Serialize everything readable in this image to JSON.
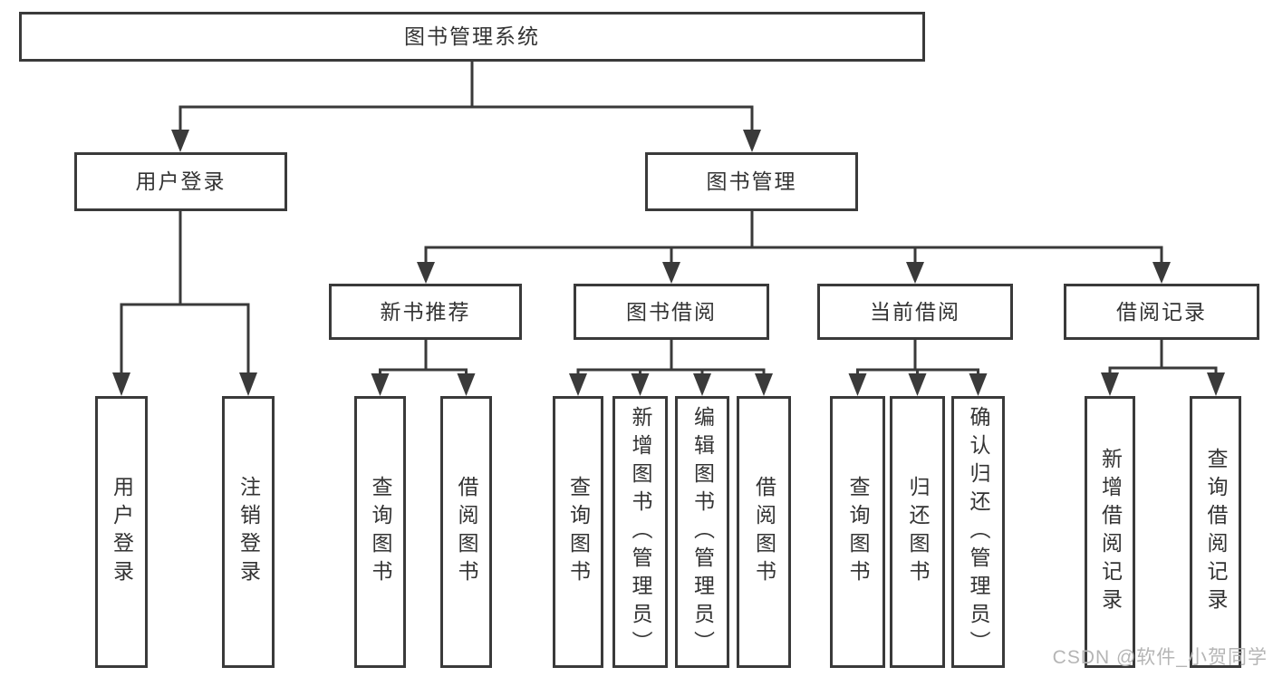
{
  "diagram": {
    "root": {
      "label": "图书管理系统"
    },
    "branches": [
      {
        "label": "用户登录",
        "children": [
          {
            "label": "用户登录"
          },
          {
            "label": "注销登录"
          }
        ]
      },
      {
        "label": "图书管理",
        "children": [
          {
            "label": "新书推荐",
            "children": [
              {
                "label": "查询图书"
              },
              {
                "label": "借阅图书"
              }
            ]
          },
          {
            "label": "图书借阅",
            "children": [
              {
                "label": "查询图书"
              },
              {
                "label": "新增图书（管理员）"
              },
              {
                "label": "编辑图书（管理员）"
              },
              {
                "label": "借阅图书"
              }
            ]
          },
          {
            "label": "当前借阅",
            "children": [
              {
                "label": "查询图书"
              },
              {
                "label": "归还图书"
              },
              {
                "label": "确认归还（管理员）"
              }
            ]
          },
          {
            "label": "借阅记录",
            "children": [
              {
                "label": "新增借阅记录"
              },
              {
                "label": "查询借阅记录"
              }
            ]
          }
        ]
      }
    ],
    "watermark": "CSDN @软件_小贺同学",
    "colors": {
      "line": "#3a3a3a",
      "text": "#333333",
      "watermark": "#b5b5b5",
      "background": "#ffffff"
    }
  }
}
